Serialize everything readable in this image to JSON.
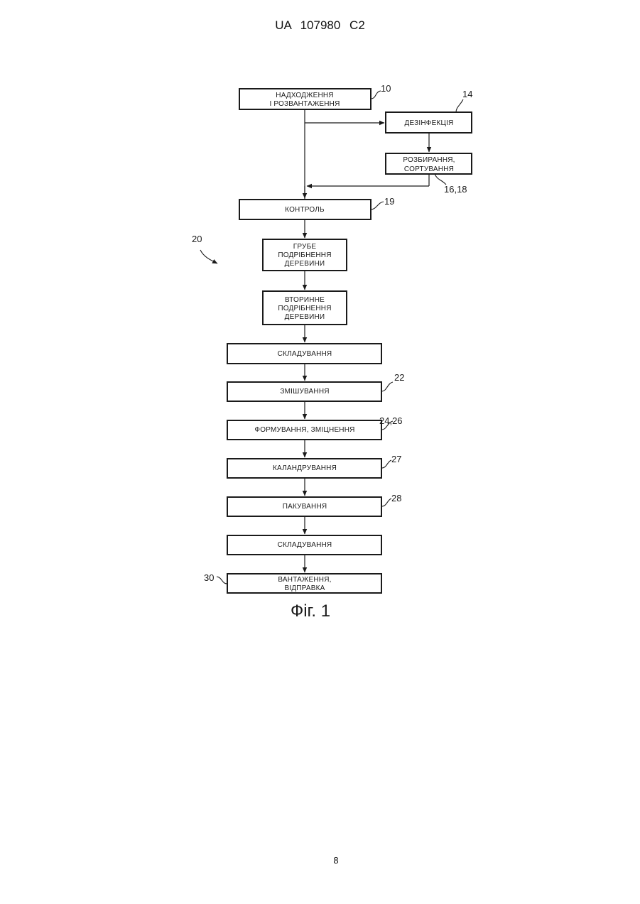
{
  "header": {
    "text": "UA   107980   C2"
  },
  "figure": {
    "caption": "Фіг. 1",
    "steps": {
      "receiving": {
        "line1": "НАДХОДЖЕННЯ",
        "line2": "І РОЗВАНТАЖЕННЯ",
        "ref": "10"
      },
      "disinfection": {
        "line1": "ДЕЗІНФЕКЦІЯ",
        "ref": "14"
      },
      "dismantling": {
        "line1": "РОЗБИРАННЯ,",
        "line2": "СОРТУВАННЯ",
        "ref": "16,18"
      },
      "control": {
        "line1": "КОНТРОЛЬ",
        "ref": "19"
      },
      "rough": {
        "line1": "ГРУБЕ",
        "line2": "ПОДРІБНЕННЯ",
        "line3": "ДЕРЕВИНИ"
      },
      "secondary": {
        "line1": "ВТОРИННЕ",
        "line2": "ПОДРІБНЕННЯ",
        "line3": "ДЕРЕВИНИ"
      },
      "stacking1": {
        "line1": "СКЛАДУВАННЯ"
      },
      "mixing": {
        "line1": "ЗМІШУВАННЯ",
        "ref": "22"
      },
      "forming": {
        "line1": "ФОРМУВАННЯ, ЗМІЦНЕННЯ",
        "ref": "24,26"
      },
      "calendering": {
        "line1": "КАЛАНДРУВАННЯ",
        "ref": "27"
      },
      "packing": {
        "line1": "ПАКУВАННЯ",
        "ref": "28"
      },
      "stacking2": {
        "line1": "СКЛАДУВАННЯ"
      },
      "shipping": {
        "line1": "ВАНТАЖЕННЯ,",
        "line2": "ВІДПРАВКА",
        "ref": "30"
      }
    },
    "group_ref": "20"
  },
  "page_number": "8"
}
